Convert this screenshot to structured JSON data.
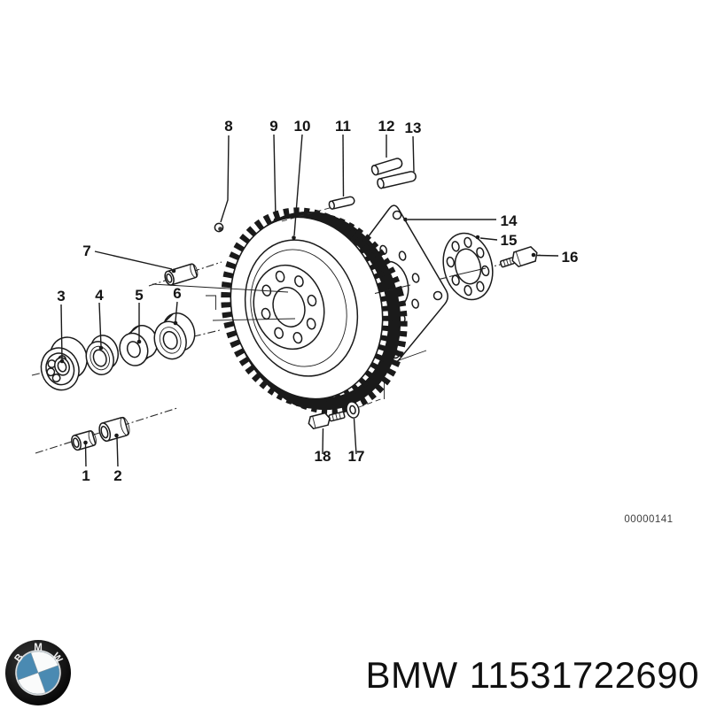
{
  "diagram": {
    "drawing_number": "00000141",
    "callouts": [
      {
        "number": "1"
      },
      {
        "number": "2"
      },
      {
        "number": "3"
      },
      {
        "number": "4"
      },
      {
        "number": "5"
      },
      {
        "number": "6"
      },
      {
        "number": "7"
      },
      {
        "number": "8"
      },
      {
        "number": "9"
      },
      {
        "number": "10"
      },
      {
        "number": "11"
      },
      {
        "number": "12"
      },
      {
        "number": "13"
      },
      {
        "number": "14"
      },
      {
        "number": "15"
      },
      {
        "number": "16"
      },
      {
        "number": "17"
      },
      {
        "number": "18"
      }
    ]
  },
  "footer": {
    "brand": "BMW",
    "part_number": "11531722690",
    "logo_letters": [
      "B",
      "M",
      "W"
    ]
  },
  "colors": {
    "ink": "#1a1a1a",
    "bmw_blue": "#4a8ab2",
    "roundel_black": "#101010",
    "background": "#ffffff"
  }
}
